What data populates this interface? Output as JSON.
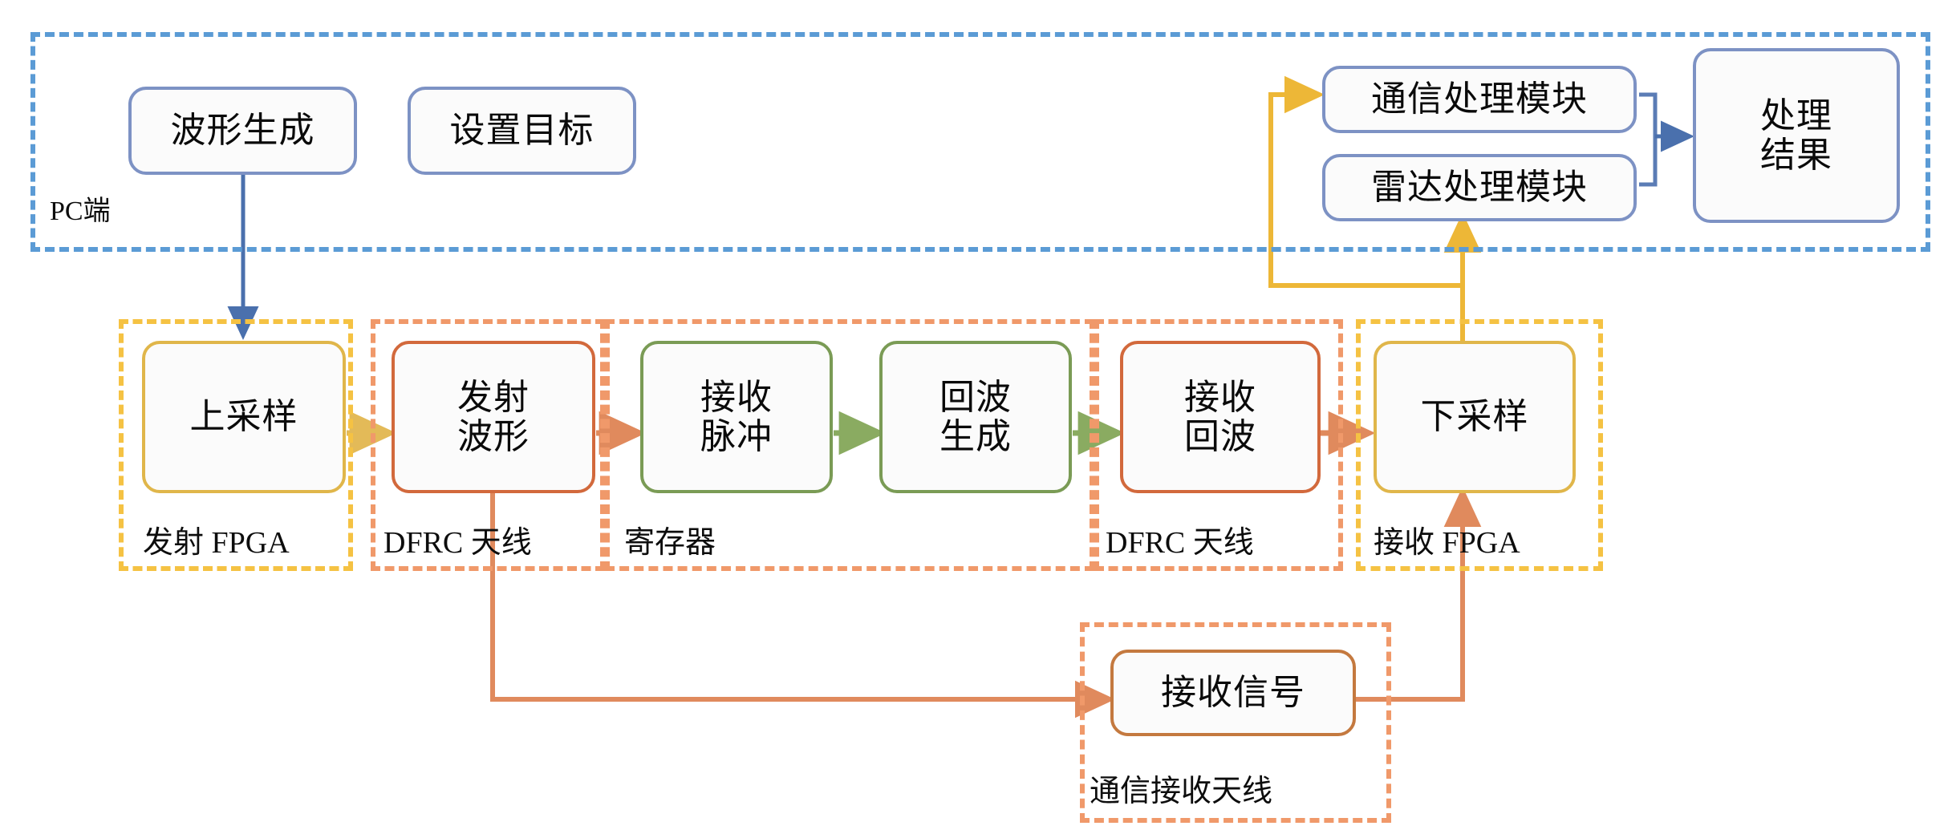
{
  "diagram": {
    "title": "DFRC hardware-in-the-loop signal processing flow",
    "colors": {
      "pc_border": "#5b9bd5",
      "fpga_border": "#f5c243",
      "antenna_border": "#f0996a",
      "blue_box": "#7d92c4",
      "gold_box": "#e0b64a",
      "red_box": "#d2693c",
      "green_box": "#7a9b55",
      "brown_box": "#c4793f",
      "blue_wire": "#4a70ad",
      "yellow_wire": "#edb737",
      "orange_wire": "#e08a5d",
      "green_wire": "#8aab61",
      "gold_wire": "#e3ba58"
    },
    "groups": [
      {
        "id": "pc",
        "label": "PC端"
      },
      {
        "id": "tx_fpga",
        "label": "发射 FPGA"
      },
      {
        "id": "dfrc_ant_tx",
        "label": "DFRC 天线"
      },
      {
        "id": "register",
        "label": "寄存器"
      },
      {
        "id": "dfrc_ant_rx",
        "label": "DFRC 天线"
      },
      {
        "id": "rx_fpga",
        "label": "接收 FPGA"
      },
      {
        "id": "comm_rx_ant",
        "label": "通信接收天线"
      }
    ],
    "boxes": [
      {
        "id": "waveform_gen",
        "label": "波形生成",
        "group": "pc"
      },
      {
        "id": "set_target",
        "label": "设置目标",
        "group": "pc"
      },
      {
        "id": "comm_module",
        "label": "通信处理模块",
        "group": "pc"
      },
      {
        "id": "radar_module",
        "label": "雷达处理模块",
        "group": "pc"
      },
      {
        "id": "result",
        "line1": "处理",
        "line2": "结果",
        "group": "pc"
      },
      {
        "id": "upsample",
        "label": "上采样",
        "group": "tx_fpga"
      },
      {
        "id": "tx_waveform",
        "line1": "发射",
        "line2": "波形",
        "group": "dfrc_ant_tx"
      },
      {
        "id": "rx_pulse",
        "line1": "接收",
        "line2": "脉冲",
        "group": "register"
      },
      {
        "id": "echo_gen",
        "line1": "回波",
        "line2": "生成",
        "group": "register"
      },
      {
        "id": "rx_echo",
        "line1": "接收",
        "line2": "回波",
        "group": "dfrc_ant_rx"
      },
      {
        "id": "downsample",
        "label": "下采样",
        "group": "rx_fpga"
      },
      {
        "id": "rx_signal",
        "label": "接收信号",
        "group": "comm_rx_ant"
      }
    ],
    "edges": [
      {
        "from": "waveform_gen",
        "to": "upsample",
        "color": "blue"
      },
      {
        "from": "upsample",
        "to": "tx_waveform",
        "color": "gold"
      },
      {
        "from": "tx_waveform",
        "to": "rx_pulse",
        "color": "orange"
      },
      {
        "from": "rx_pulse",
        "to": "echo_gen",
        "color": "green"
      },
      {
        "from": "echo_gen",
        "to": "rx_echo",
        "color": "green"
      },
      {
        "from": "rx_echo",
        "to": "downsample",
        "color": "orange"
      },
      {
        "from": "tx_waveform",
        "to": "rx_signal",
        "color": "orange"
      },
      {
        "from": "rx_signal",
        "to": "downsample",
        "color": "orange"
      },
      {
        "from": "downsample",
        "to": "comm_module",
        "color": "yellow"
      },
      {
        "from": "downsample",
        "to": "radar_module",
        "color": "yellow"
      },
      {
        "from": "comm_module",
        "to": "result",
        "color": "blue"
      },
      {
        "from": "radar_module",
        "to": "result",
        "color": "blue"
      }
    ]
  }
}
